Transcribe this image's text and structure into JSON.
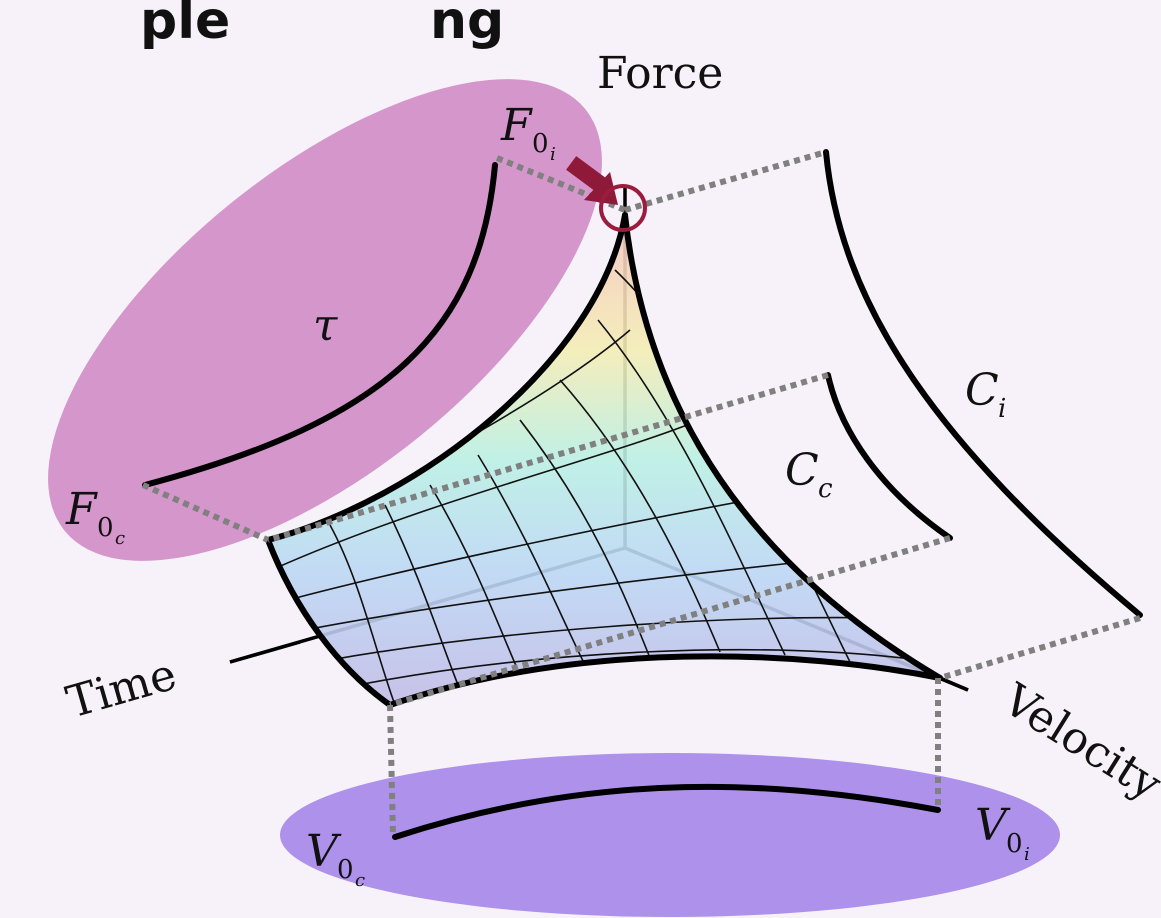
{
  "header": {
    "partial_title": "ple ng"
  },
  "axes": {
    "force": "Force",
    "time": "Time",
    "velocity": "Velocity"
  },
  "params": {
    "tau": "τ",
    "ci": {
      "base": "C",
      "sub": "i"
    },
    "cc": {
      "base": "C",
      "sub": "c"
    },
    "f0i": {
      "base": "F",
      "sub": "0",
      "subsub": "i"
    },
    "f0c": {
      "base": "F",
      "sub": "0",
      "subsub": "c"
    },
    "v0i": {
      "base": "V",
      "sub": "0",
      "subsub": "i"
    },
    "v0c": {
      "base": "V",
      "sub": "0",
      "subsub": "c"
    }
  },
  "colors": {
    "force_ellipse": "#d596cc",
    "velocity_ellipse": "#ae91ea",
    "arrow": "#8e1938",
    "target_circle": "#9b1c3c",
    "dotted": "#808080",
    "surface_top": "#f6c4c1",
    "surface_mid_1": "#f4edb4",
    "surface_mid_2": "#baf0e4",
    "surface_mid_3": "#bcd8f4",
    "surface_bottom": "#c3bbe6"
  }
}
